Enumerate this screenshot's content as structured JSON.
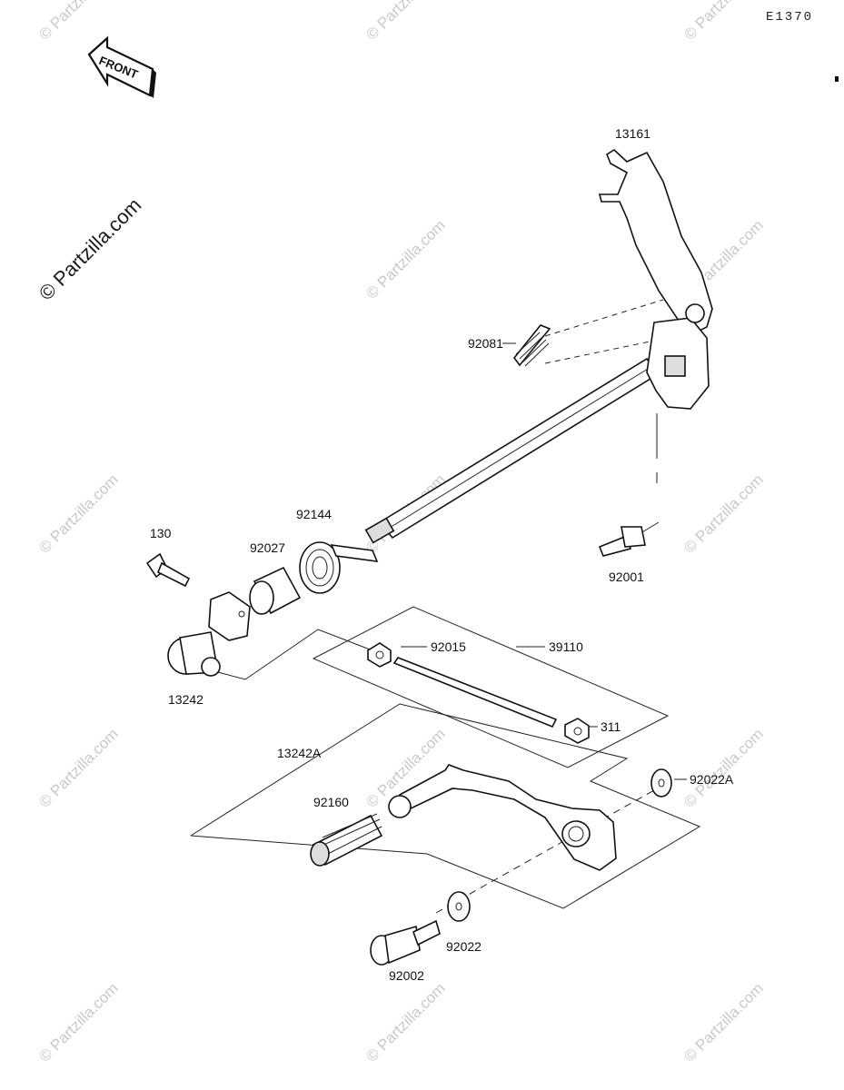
{
  "diagram_code": "E1370",
  "front_label": "FRONT",
  "copyright": "© Partzilla.com",
  "watermark": "© Partzilla.com",
  "part_labels": {
    "p13161": "13161",
    "p92081": "92081",
    "p92144": "92144",
    "p92027": "92027",
    "p130": "130",
    "p92001": "92001",
    "p92015": "92015",
    "p39110": "39110",
    "p13242": "13242",
    "p311": "311",
    "p13242A": "13242A",
    "p92022A": "92022A",
    "p92160": "92160",
    "p92022": "92022",
    "p92002": "92002"
  }
}
